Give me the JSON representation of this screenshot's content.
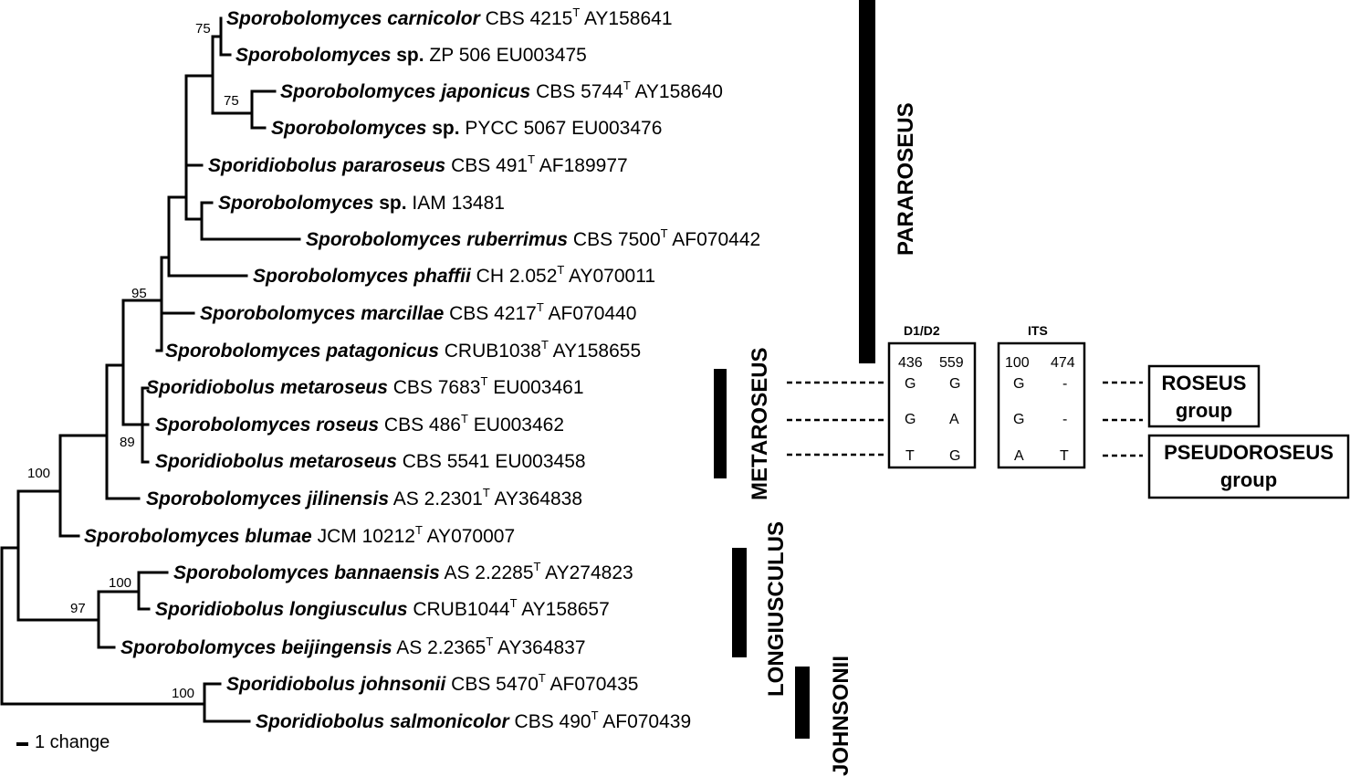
{
  "taxa": [
    {
      "genus_sp": "Sporobolomyces carnicolor",
      "rest": "CBS 4215",
      "type": "T",
      "acc": "AY158641"
    },
    {
      "genus_sp": "Sporobolomyces",
      "plain": "sp.",
      "rest": "ZP 506",
      "type": "",
      "acc": "EU003475"
    },
    {
      "genus_sp": "Sporobolomyces japonicus",
      "rest": "CBS 5744",
      "type": "T",
      "acc": "AY158640"
    },
    {
      "genus_sp": "Sporobolomyces",
      "bold": "sp.",
      "rest": "PYCC 5067",
      "type": "",
      "acc": "EU003476"
    },
    {
      "genus_sp": "Sporidiobolus pararoseus",
      "rest": "CBS 491",
      "type": "T",
      "acc": "AF189977"
    },
    {
      "genus_sp": "Sporobolomyces",
      "bold": "sp.",
      "rest": "IAM 13481",
      "type": "",
      "acc": ""
    },
    {
      "genus_sp": "Sporobolomyces ruberrimus",
      "rest": "CBS 7500",
      "type": "T",
      "acc": "AF070442"
    },
    {
      "genus_sp": "Sporobolomyces phaffii",
      "rest": "CH 2.052",
      "type": "T",
      "acc": "AY070011"
    },
    {
      "genus_sp": "Sporobolomyces marcillae",
      "rest": "CBS 4217",
      "type": "T",
      "acc": "AF070440"
    },
    {
      "genus_sp": "Sporobolomyces patagonicus",
      "rest": "CRUB1038",
      "type": "T",
      "acc": "AY158655"
    },
    {
      "genus_sp": "Sporidiobolus metaroseus",
      "rest": "CBS 7683",
      "type": "T",
      "acc": "EU003461"
    },
    {
      "genus_sp": "Sporobolomyces roseus",
      "rest": "CBS 486",
      "type": "T",
      "acc": "EU003462"
    },
    {
      "genus_sp": "Sporidiobolus metaroseus",
      "rest": "CBS 5541",
      "type": "",
      "acc": "EU003458"
    },
    {
      "genus_sp": "Sporobolomyces jilinensis",
      "rest": "AS 2.2301",
      "type": "T",
      "acc": "AY364838"
    },
    {
      "genus_sp": "Sporobolomyces blumae",
      "rest": "JCM 10212",
      "type": "T",
      "acc": "AY070007"
    },
    {
      "genus_sp": "Sporobolomyces bannaensis",
      "rest": "AS 2.2285",
      "type": "T",
      "acc": "AY274823"
    },
    {
      "genus_sp": "Sporidiobolus longiusculus",
      "rest": "CRUB1044",
      "type": "T",
      "acc": "AY158657"
    },
    {
      "genus_sp": "Sporobolomyces beijingensis",
      "rest": "AS 2.2365",
      "type": "T",
      "acc": "AY364837"
    },
    {
      "genus_sp": "Sporidiobolus johnsonii",
      "rest": "CBS 5470",
      "type": "T",
      "acc": "AF070435"
    },
    {
      "genus_sp": "Sporidiobolus salmonicolor",
      "rest": "CBS 490",
      "type": "T",
      "acc": "AF070439"
    }
  ],
  "bootstrap": [
    "75",
    "75",
    "95",
    "89",
    "100",
    "100",
    "97",
    "100"
  ],
  "clades": [
    "PARAROSEUS",
    "METAROSEUS",
    "LONGIUSCULUS",
    "JOHNSONII"
  ],
  "tables": {
    "d1d2": {
      "title": "D1/D2",
      "cols": [
        "436",
        "559"
      ],
      "rows": [
        [
          "G",
          "G"
        ],
        [
          "G",
          "A"
        ],
        [
          "T",
          "G"
        ]
      ]
    },
    "its": {
      "title": "ITS",
      "cols": [
        "100",
        "474"
      ],
      "rows": [
        [
          "G",
          "-"
        ],
        [
          "G",
          "-"
        ],
        [
          "A",
          "T"
        ]
      ]
    }
  },
  "groups": {
    "roseus": [
      "ROSEUS",
      "group"
    ],
    "pseudoroseus": [
      "PSEUDOROSEUS",
      "group"
    ]
  },
  "scale_label": "1 change"
}
